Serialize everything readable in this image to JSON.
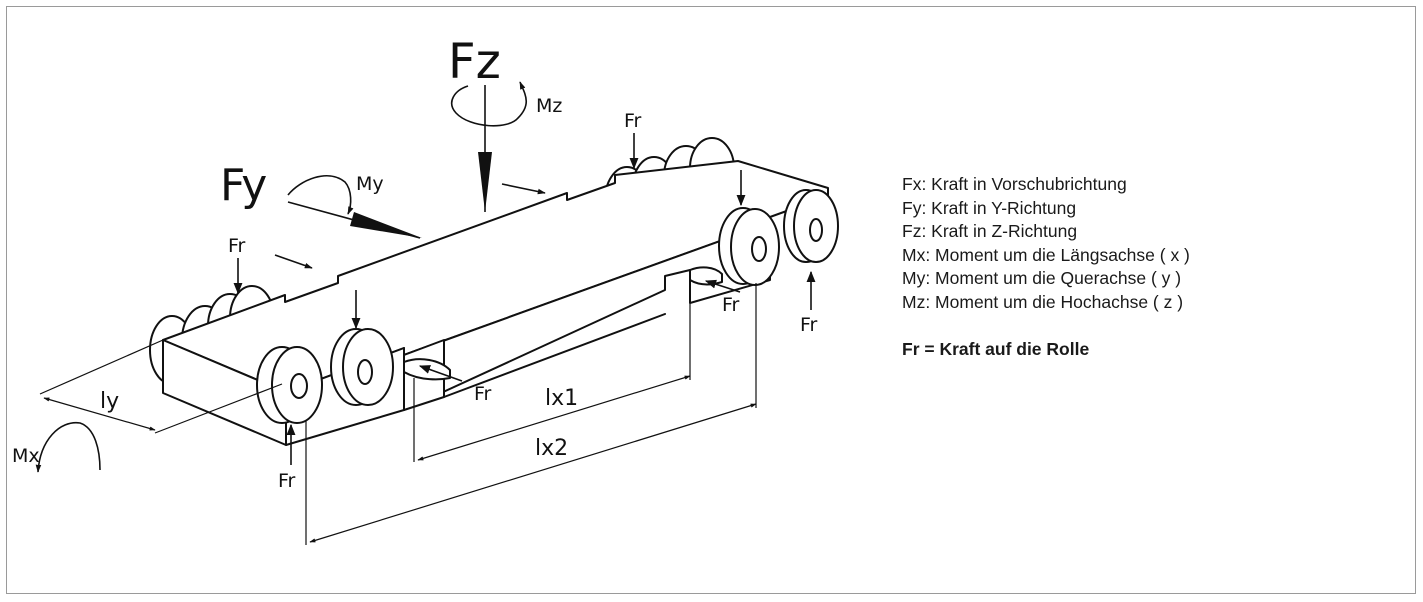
{
  "diagram": {
    "labels": {
      "fz": "Fz",
      "mz": "Mz",
      "fy": "Fy",
      "my": "My",
      "mx": "Mx",
      "ly": "ly",
      "lx1": "lx1",
      "lx2": "lx2",
      "fr": "Fr"
    }
  },
  "legend": {
    "items": [
      "Fx: Kraft in Vorschubrichtung",
      "Fy: Kraft in Y-Richtung",
      "Fz: Kraft in Z-Richtung",
      "Mx: Moment um die Längsachse ( x )",
      "My: Moment um die Querachse ( y )",
      "Mz: Moment um die Hochachse ( z )"
    ],
    "key": "Fr = Kraft auf die Rolle"
  }
}
